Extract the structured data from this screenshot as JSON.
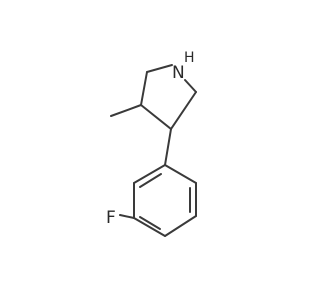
{
  "molecule": {
    "atoms": {
      "nitrogen": "N",
      "hydrogen": "H",
      "fluorine": "F"
    }
  }
}
